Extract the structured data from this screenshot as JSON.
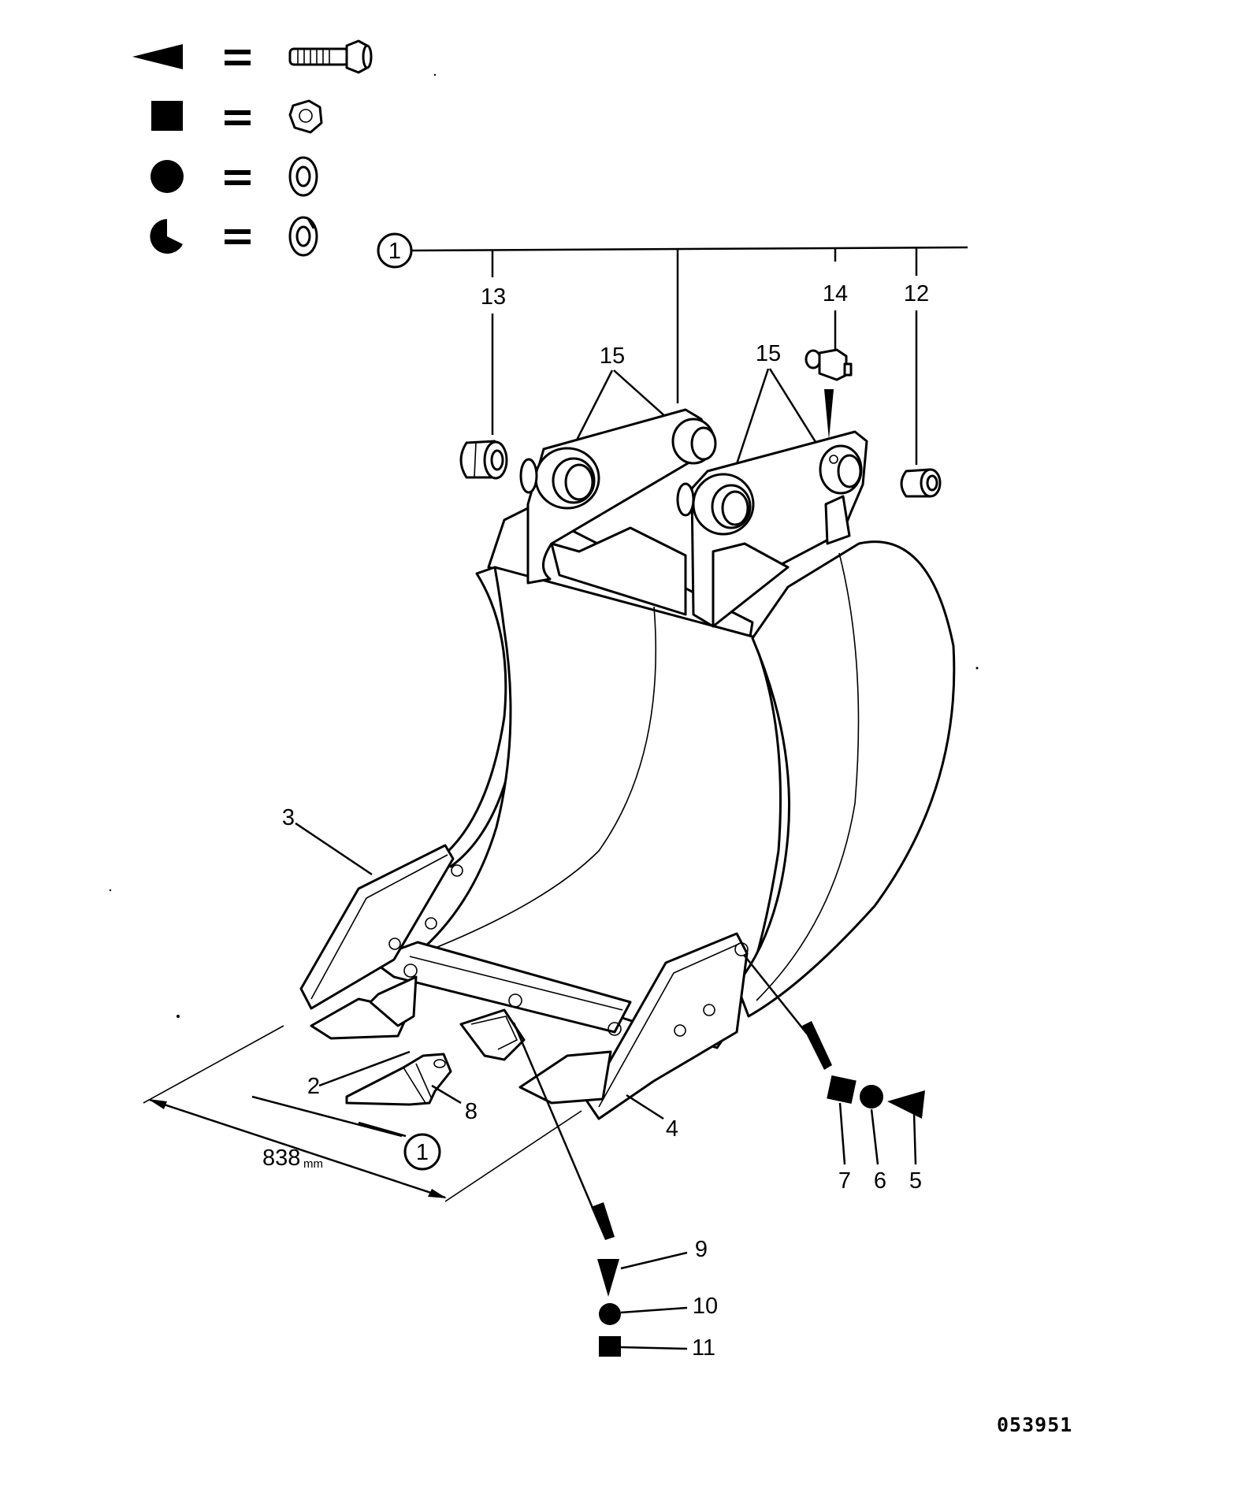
{
  "legend": [
    {
      "symbol": "triangle",
      "equals": "=",
      "meaning": "bolt-icon"
    },
    {
      "symbol": "square",
      "equals": "=",
      "meaning": "nut-icon"
    },
    {
      "symbol": "circle",
      "equals": "=",
      "meaning": "washer-icon"
    },
    {
      "symbol": "split-circle",
      "equals": "=",
      "meaning": "spring-washer-icon"
    }
  ],
  "callouts": {
    "assembly_top": "1",
    "assembly_bottom": "1",
    "n2": "2",
    "n3": "3",
    "n4": "4",
    "n5": "5",
    "n6": "6",
    "n7": "7",
    "n8": "8",
    "n9": "9",
    "n10": "10",
    "n11": "11",
    "n12": "12",
    "n13": "13",
    "n14": "14",
    "n15a": "15",
    "n15b": "15"
  },
  "dimension": {
    "value": "838",
    "unit": "mm"
  },
  "drawing_number": "053951",
  "colors": {
    "ink": "#000000",
    "paper": "#ffffff"
  }
}
